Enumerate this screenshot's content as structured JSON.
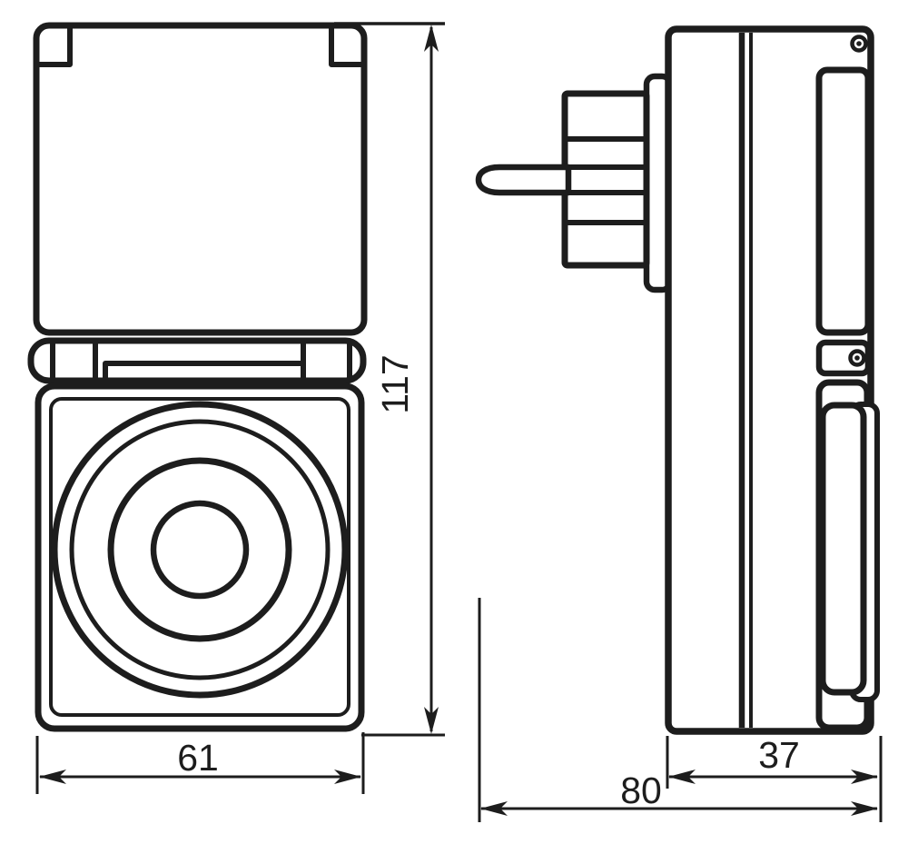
{
  "drawing": {
    "kind": "technical-dimension-drawing",
    "colors": {
      "line": "#1d1d1d",
      "background": "#ffffff"
    },
    "dimensions": {
      "front_width": "61",
      "front_height": "117",
      "side_body_depth": "37",
      "side_overall_depth": "80"
    }
  }
}
